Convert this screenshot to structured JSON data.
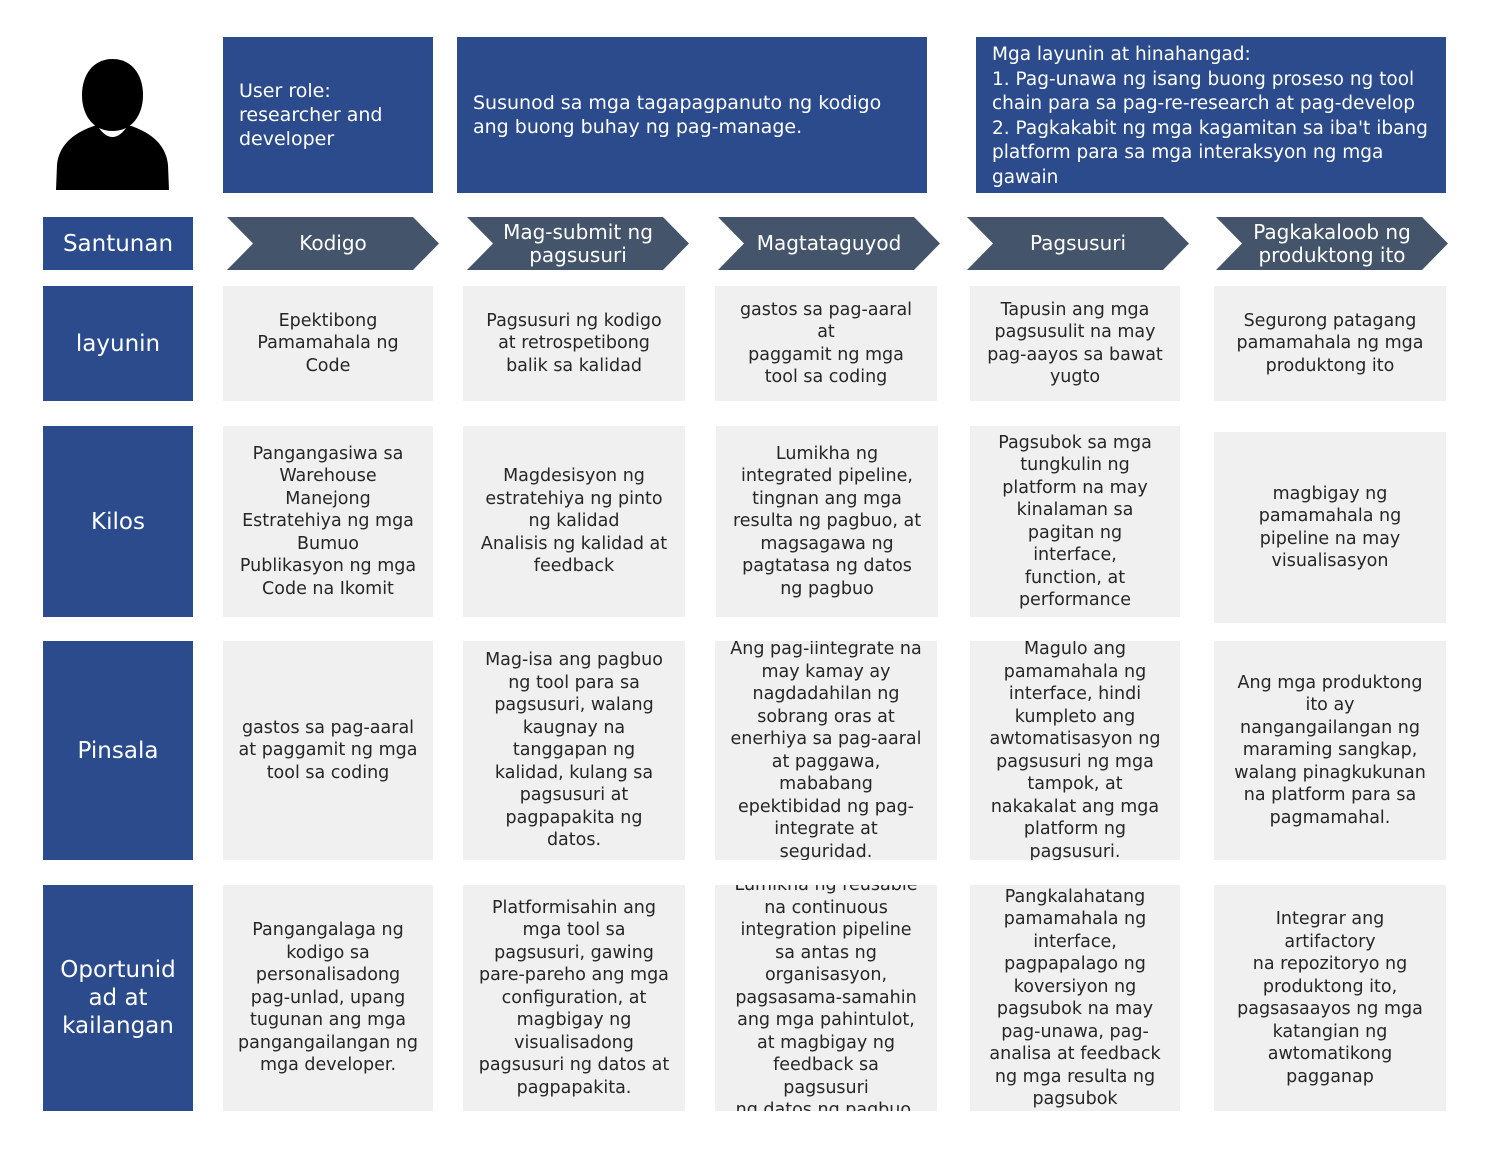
{
  "header": {
    "user_role": "User role:\nresearcher and\ndeveloper",
    "description": "Susunod sa mga tagapagpanuto ng kodigo\nang buong buhay ng pag-manage.",
    "goals": "Mga layunin at hinahangad:\n1. Pag-unawa ng isang buong proseso ng tool chain para sa pag-re-research at pag-develop\n2. Pagkakabit ng mga kagamitan sa iba't ibang platform para sa mga interaksyon ng mga gawain"
  },
  "stage_label": "Santunan",
  "stages": [
    "Kodigo",
    "Mag-submit ng pagsusuri",
    "Magtataguyod",
    "Pagsusuri",
    "Pagkakaloob ng produktong ito"
  ],
  "rows": [
    {
      "label": "layunin",
      "cells": [
        "Epektibong\nPamamahala ng\nCode",
        "Pagsusuri ng kodigo\nat retrospetibong\nbalik sa kalidad",
        "gastos sa pag-aaral at\npaggamit ng mga\ntool sa coding",
        "Tapusin ang mga\npagsusulit na may\npag-aayos sa bawat\nyugto",
        "Segurong patagang\npamamahala ng mga\nproduktong ito"
      ]
    },
    {
      "label": "Kilos",
      "cells": [
        "Pangangasiwa sa\nWarehouse\nManejong\nEstratehiya ng mga\nBumuo\nPublikasyon ng mga\nCode na Ikomit",
        "Magdesisyon ng\nestratehiya ng pinto\nng kalidad\nAnalisis ng kalidad at\nfeedback",
        "Lumikha ng\nintegrated pipeline,\ntingnan ang mga\nresulta ng pagbuo, at\nmagsagawa ng\npagtatasa ng datos\nng pagbuo",
        "Pagsubok sa mga\ntungkulin ng\nplatform na may\nkinalaman sa\npagitan ng interface,\nfunction, at\nperformance",
        "magbigay ng\npamamahala ng\npipeline na may\nvisualisasyon"
      ]
    },
    {
      "label": "Pinsala",
      "cells": [
        "gastos sa pag-aaral\nat paggamit ng mga\ntool sa coding",
        "Mag-isa ang pagbuo\nng tool para sa\npagsusuri, walang\nkaugnay na\ntanggapan ng\nkalidad, kulang sa\npagsusuri at\npagpapakita ng datos.",
        "Ang pag-iintegrate na\nmay kamay ay\nnagdadahilan ng\nsobrang oras at\nenerhiya sa pag-aaral\nat paggawa,\nmababang\nepektibidad ng pag-\nintegrate at\nseguridad.",
        "Magulo ang\npamamahala ng\ninterface, hindi\nkumpleto ang\nawtomatisasyon ng\npagsusuri ng mga\ntampok, at\nnakakalat ang mga\nplatform ng\npagsusuri.",
        "Ang mga produktong\nito ay\nnangangailangan ng\nmaraming sangkap,\nwalang pinagkukunan\nna platform para sa\npagmamahal."
      ]
    },
    {
      "label": "Oportunid\nad at\nkailangan",
      "cells": [
        "Pangangalaga ng\nkodigo sa\npersonalisadong\npag-unlad, upang\ntugunan ang mga\npangangailangan ng\nmga developer.",
        "Platformisahin ang\nmga tool sa\npagsusuri, gawing\npare-pareho ang mga\nconfiguration, at\nmagbigay ng\nvisualisadong\npagsusuri ng datos at\npagpapakita.",
        "Lumikha ng reusable\nna continuous\nintegration pipeline\nsa antas ng\norganisasyon,\npagsasama-samahin\nang mga pahintulot,\nat magbigay ng\nfeedback sa pagsusuri\nng datos ng pagbuo.",
        "Pangkalahatang\npamamahala ng\ninterface,\npagpapalago ng\nkoversiyon ng\npagsubok na may\npag-unawa, pag-\nanalisa at feedback\nng mga resulta ng\npagsubok",
        "Integrar ang artifactory\nna repozitoryo ng\nproduktong ito,\npagsasaayos ng mga\nkatangian ng\nawtomatikong\npagganap"
      ]
    }
  ],
  "colors": {
    "header_blue": "#2b4b8c",
    "chevron": "#44546a",
    "cell_bg": "#f0f0f0"
  },
  "icons": {
    "avatar": "person-silhouette-icon"
  }
}
